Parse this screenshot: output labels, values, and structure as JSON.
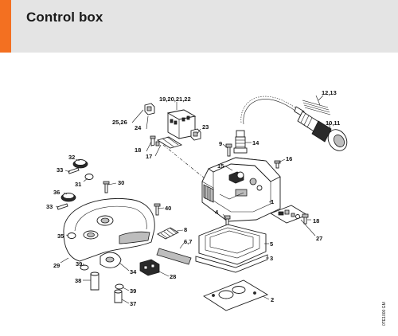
{
  "header": {
    "title": "Control box",
    "accent_color": "#f37021",
    "background_color": "#e4e4e4"
  },
  "diagram": {
    "labels": [
      "12,13",
      "10,11",
      "19,20,21,22",
      "25,26",
      "24",
      "23",
      "18",
      "17",
      "9",
      "14",
      "15",
      "16",
      "32",
      "33",
      "31",
      "30",
      "36",
      "33",
      "35",
      "40",
      "4",
      "1",
      "18",
      "8",
      "6,7",
      "5",
      "3",
      "27",
      "29",
      "34",
      "39",
      "38",
      "39",
      "37",
      "28",
      "2"
    ],
    "doc_code": "0TE1000 GM"
  }
}
